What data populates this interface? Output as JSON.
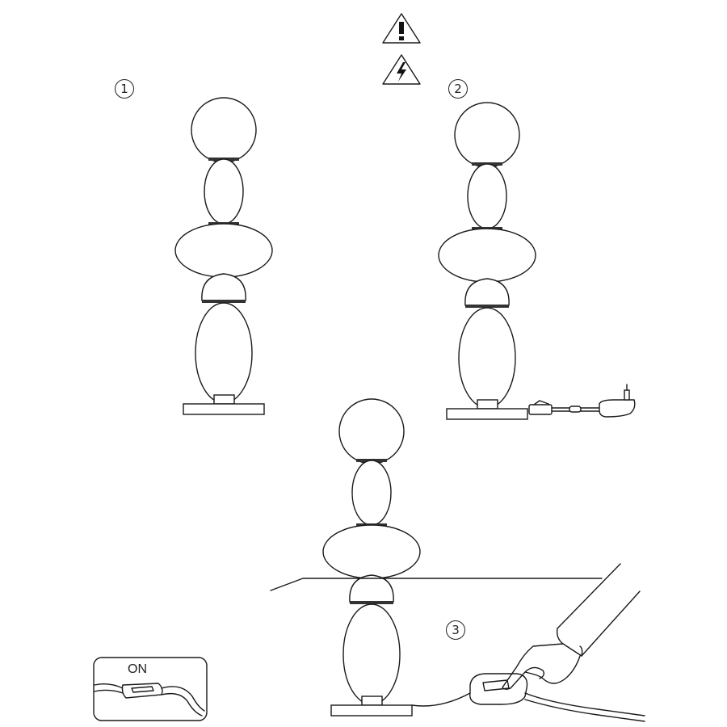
{
  "warnings": [
    {
      "icon": "warning-exclamation-icon",
      "glyph": "!"
    },
    {
      "icon": "electric-shock-warning-icon",
      "glyph": "lightning"
    }
  ],
  "steps": [
    {
      "number": "1",
      "description_icon": "lamp-assembled"
    },
    {
      "number": "2",
      "description_icon": "lamp-with-power-adapter"
    },
    {
      "number": "3",
      "description_icon": "switch-pressed-on"
    }
  ],
  "inset": {
    "label": "ON"
  },
  "colors": {
    "line": "#1a1a1a",
    "background": "#ffffff"
  }
}
